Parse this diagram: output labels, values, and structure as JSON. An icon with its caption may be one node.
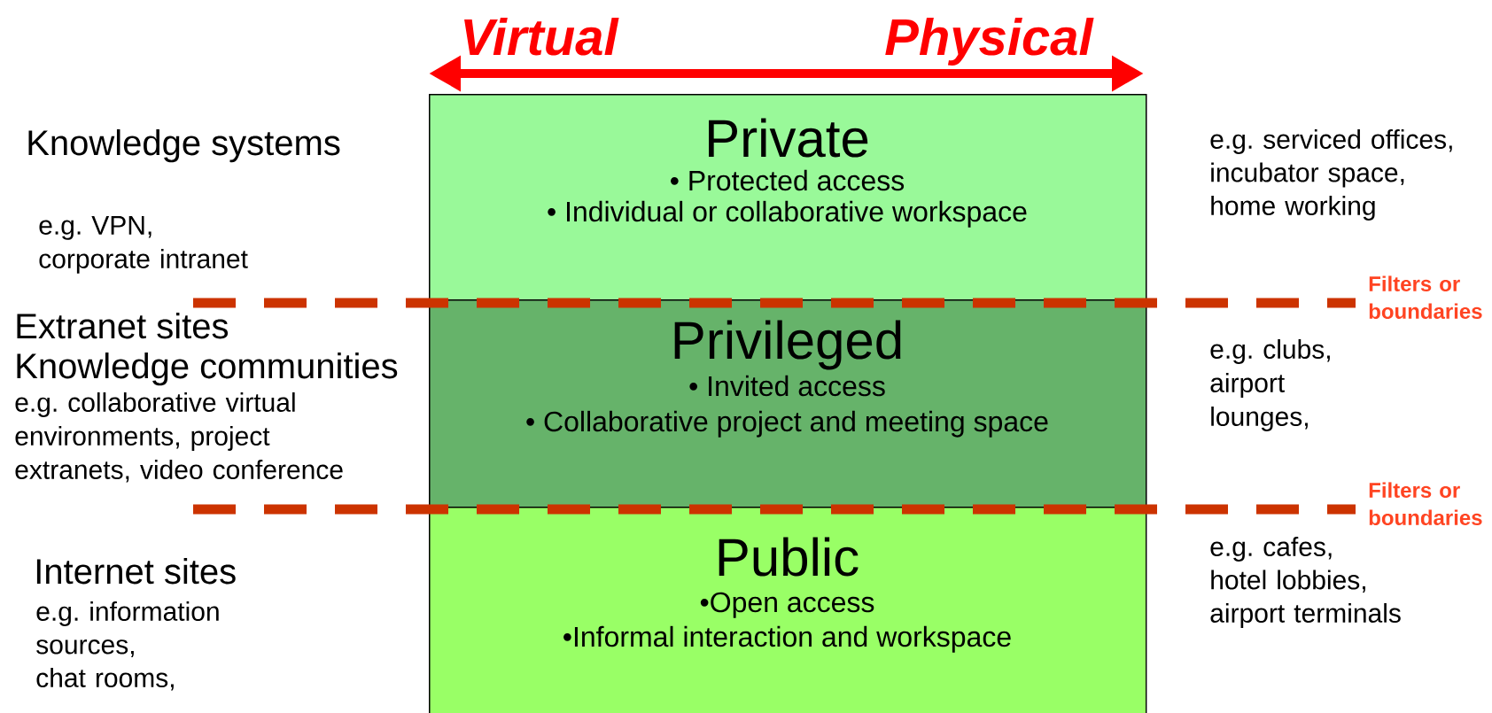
{
  "diagram": {
    "nodes": [
      {
        "text": [
          "Private",
          "• Protected access",
          "• Individual or collaborative workspace"
        ]
      },
      {
        "text": [
          "Privileged",
          "• Invited access",
          "• Collaborative project and meeting space"
        ]
      },
      {
        "text": [
          "Public",
          "•Open access",
          "•Informal interaction and workspace"
        ]
      }
    ],
    "labels": [
      "Virtual",
      "Physical",
      "Knowledge systems",
      "e.g. VPN, corporate intranet",
      "e.g. serviced offices, incubator space, home working",
      "Filters or boundaries",
      "Extranet sites",
      "Knowledge communities",
      "e.g. collaborative virtual environments, project extranets, video conference",
      "e.g. clubs, airport lounges,",
      "Filters or boundaries",
      "Internet sites",
      "e.g. cafes, hotel lobbies, airport terminals",
      "e.g. information sources, chat rooms,"
    ]
  }
}
